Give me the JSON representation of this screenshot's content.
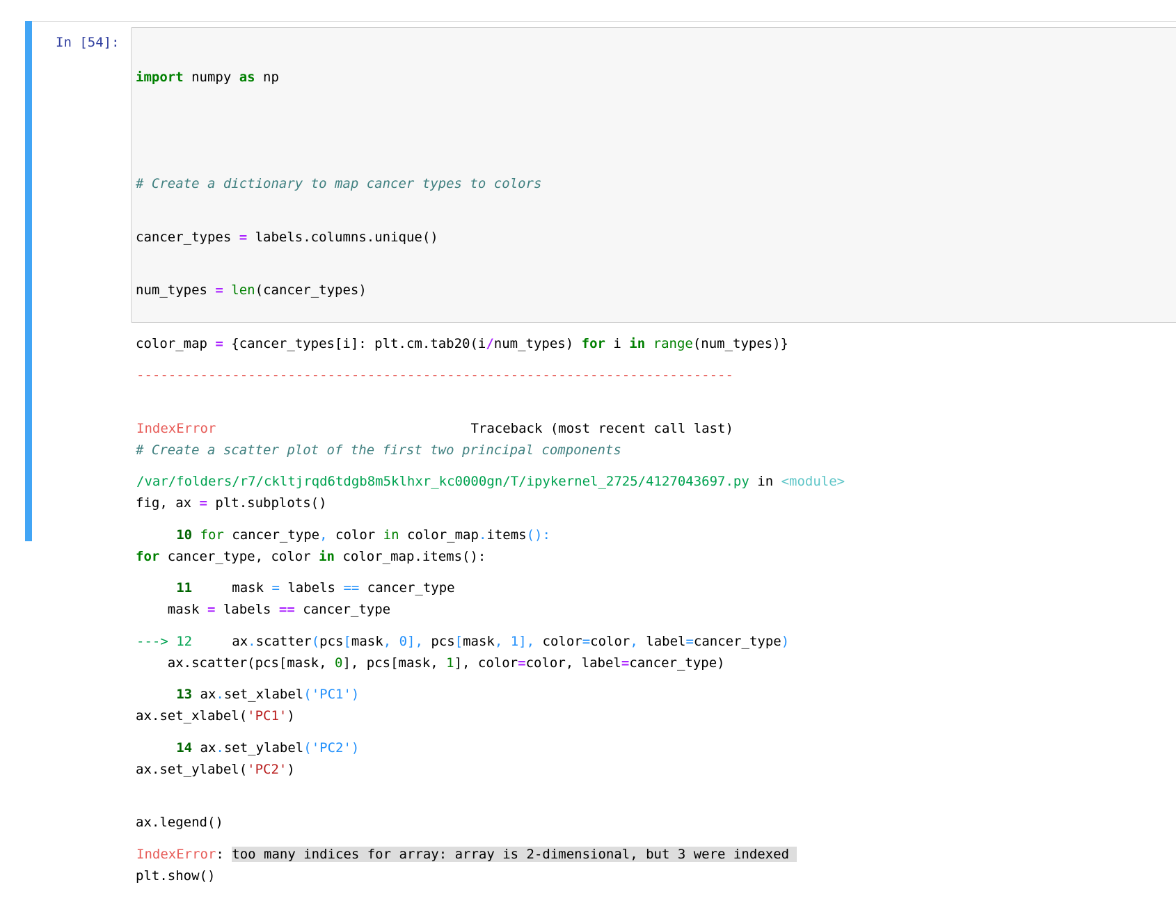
{
  "cell": {
    "prompt": "In [54]:",
    "code": {
      "l1": {
        "kw1": "import",
        "t1": " numpy ",
        "kw2": "as",
        "t2": " np"
      },
      "l3": {
        "c": "# Create a dictionary to map cancer types to colors"
      },
      "l4": {
        "t1": "cancer_types ",
        "o1": "=",
        "t2": " labels.columns.unique()"
      },
      "l5": {
        "t1": "num_types ",
        "o1": "=",
        "t2": " ",
        "b1": "len",
        "t3": "(cancer_types)"
      },
      "l6": {
        "t1": "color_map ",
        "o1": "=",
        "t2": " {cancer_types[i]: plt.cm.tab20(i",
        "o2": "/",
        "t3": "num_types) ",
        "kw1": "for",
        "t4": " i ",
        "kw2": "in",
        "t5": " ",
        "b1": "range",
        "t6": "(num_types)}"
      },
      "l8": {
        "c": "# Create a scatter plot of the first two principal components"
      },
      "l9": {
        "t1": "fig, ax ",
        "o1": "=",
        "t2": " plt.subplots()"
      },
      "l10": {
        "kw1": "for",
        "t1": " cancer_type, color ",
        "kw2": "in",
        "t2": " color_map.items():"
      },
      "l11": {
        "t1": "    mask ",
        "o1": "=",
        "t2": " labels ",
        "o2": "==",
        "t3": " cancer_type"
      },
      "l12": {
        "t1": "    ax.scatter(pcs[mask, ",
        "n1": "0",
        "t2": "], pcs[mask, ",
        "n2": "1",
        "t3": "], color",
        "o1": "=",
        "t4": "color, label",
        "o2": "=",
        "t5": "cancer_type)"
      },
      "l13": {
        "t1": "ax.set_xlabel(",
        "s1": "'PC1'",
        "t2": ")"
      },
      "l14": {
        "t1": "ax.set_ylabel(",
        "s1": "'PC2'",
        "t2": ")"
      },
      "l15": {
        "t1": "ax.legend()"
      },
      "l16": {
        "t1": "plt.show()"
      }
    },
    "output": {
      "dashes": "---------------------------------------------------------------------------",
      "err_name": "IndexError",
      "traceback_label": "                                Traceback (most recent call last)",
      "path": "/var/folders/r7/ckltjrqd6tdgb8m5klhxr_kc0000gn/T/ipykernel_2725/4127043697.py",
      "in_word": " in ",
      "module": "<module>",
      "tb10": {
        "num": "     10 ",
        "kw1": "for",
        "t1": " cancer_type",
        "p1": ",",
        "t2": " color ",
        "kw2": "in",
        "t3": " color_map",
        "p2": ".",
        "t4": "items",
        "p3": "():"
      },
      "tb11": {
        "num": "     11 ",
        "t1": "    mask ",
        "p1": "=",
        "t2": " labels ",
        "p2": "==",
        "t3": " cancer_type"
      },
      "tb12": {
        "arrow": "---> 12 ",
        "t1": "    ax",
        "p1": ".",
        "t2": "scatter",
        "p2": "(",
        "t3": "pcs",
        "p3": "[",
        "t4": "mask",
        "p4": ", 0], ",
        "t5": "pcs",
        "p5": "[",
        "t6": "mask",
        "p6": ", 1], ",
        "t7": "color",
        "p7": "=",
        "t8": "color",
        "p8": ", ",
        "t9": "label",
        "p9": "=",
        "t10": "cancer_type",
        "p10": ")"
      },
      "tb13": {
        "num": "     13 ",
        "t1": "ax",
        "p1": ".",
        "t2": "set_xlabel",
        "p2": "('PC1')"
      },
      "tb14": {
        "num": "     14 ",
        "t1": "ax",
        "p1": ".",
        "t2": "set_ylabel",
        "p2": "('PC2')"
      },
      "err_final_name": "IndexError",
      "err_colon": ": ",
      "err_msg": "too many indices for array: array is 2-dimensional, but 3 were indexed "
    }
  },
  "colors": {
    "cell_bar": "#42a5f5",
    "prompt": "#303f9f",
    "error": "#e75c58",
    "path": "#00a250"
  }
}
